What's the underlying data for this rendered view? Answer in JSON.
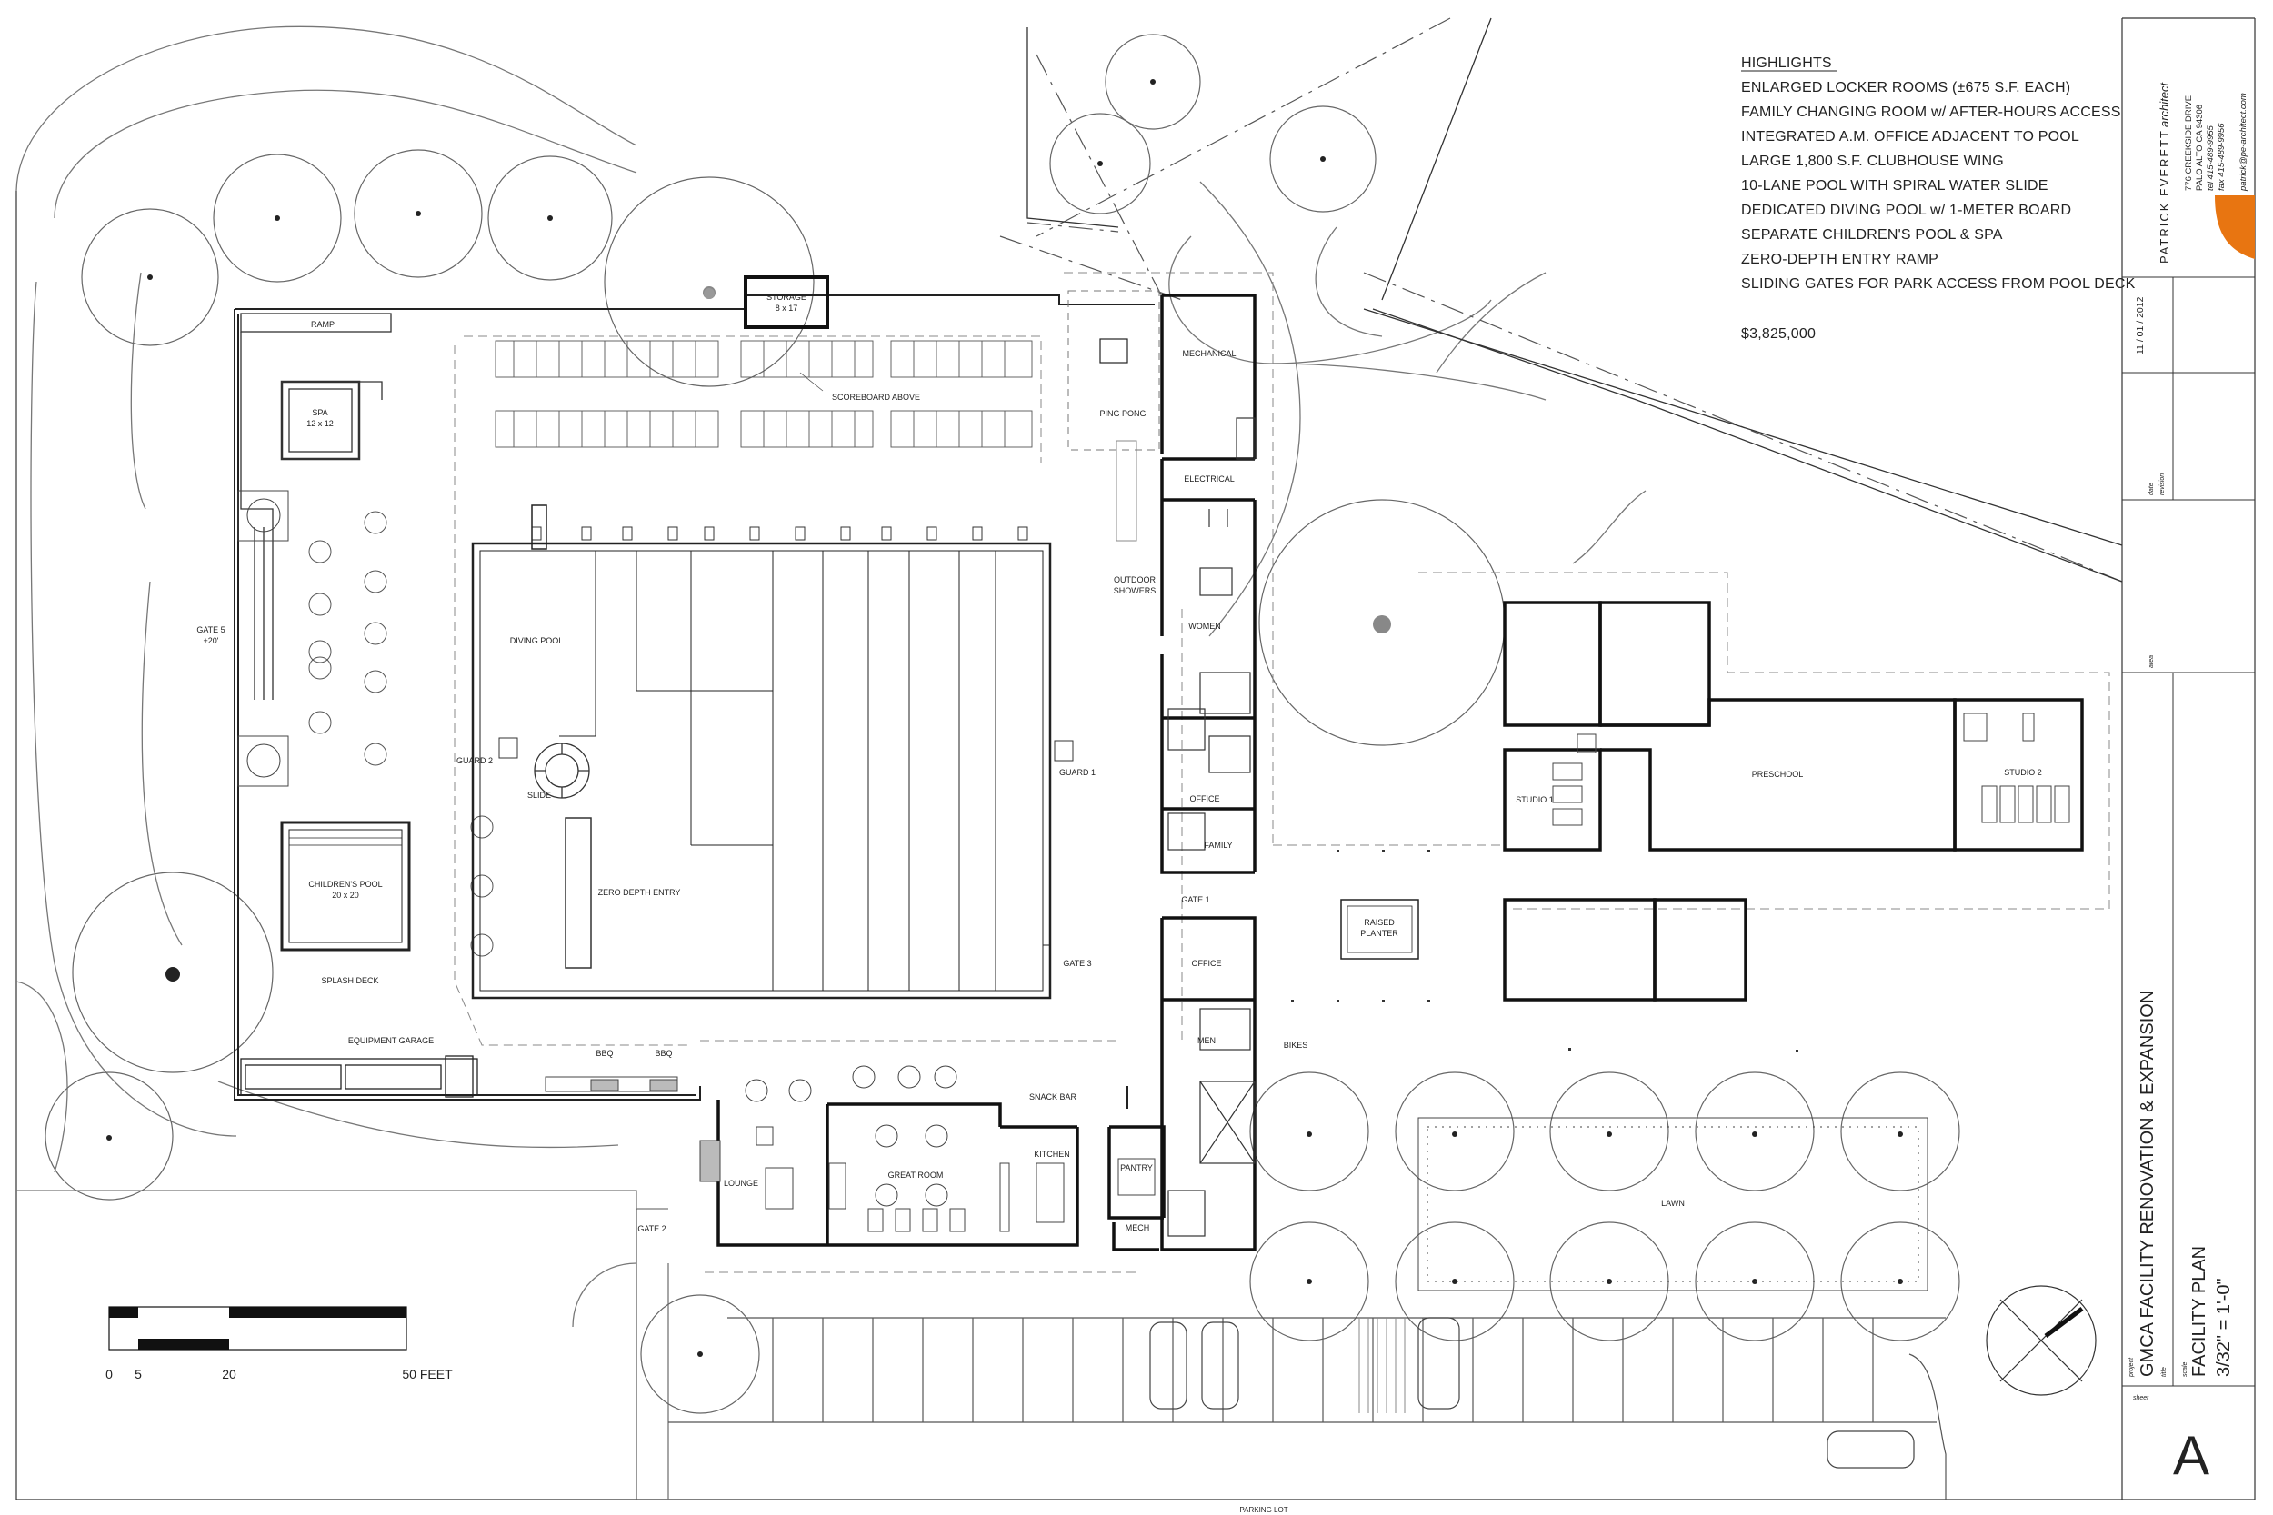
{
  "highlights": {
    "heading": "HIGHLIGHTS",
    "items": [
      "ENLARGED LOCKER ROOMS (±675 S.F. EACH)",
      "FAMILY CHANGING ROOM w/ AFTER-HOURS ACCESS",
      "INTEGRATED A.M. OFFICE ADJACENT TO POOL",
      "LARGE 1,800 S.F. CLUBHOUSE WING",
      "10-LANE POOL WITH SPIRAL WATER SLIDE",
      "DEDICATED DIVING POOL w/ 1-METER BOARD",
      "SEPARATE CHILDREN'S POOL & SPA",
      "ZERO-DEPTH ENTRY RAMP",
      "SLIDING GATES FOR PARK ACCESS FROM POOL DECK"
    ],
    "cost": "$3,825,000"
  },
  "title_block": {
    "firm_name": "PATRICK EVERETT",
    "firm_word": "architect",
    "address_1": "776 CREEKSIDE DRIVE",
    "address_2": "PALO ALTO CA 94306",
    "tel": "tel 415-489-9955",
    "fax": "fax 415-489-9956",
    "email": "patrick@pe-architect.com",
    "date": "11 / 01 / 2012",
    "field_date": "date",
    "field_revision": "revision",
    "field_area": "area",
    "field_project": "project",
    "field_title": "title",
    "field_scale": "scale",
    "field_sheet": "sheet",
    "project": "GMCA FACILITY RENOVATION & EXPANSION",
    "title": "FACILITY PLAN",
    "scale": "3/32\" = 1'-0\"",
    "sheet": "A",
    "accent": "#e87511"
  },
  "scale_bar": {
    "labels": [
      "0",
      "5",
      "20",
      "50 FEET"
    ]
  },
  "rooms": {
    "storage": "STORAGE",
    "storage_size": "8 x 17",
    "scoreboard": "SCOREBOARD ABOVE",
    "ramp": "RAMP",
    "spa": "SPA",
    "spa_size": "12 x 12",
    "gate5": "GATE 5",
    "gate5_note": "+20'",
    "gate3": "GATE 3",
    "gate1": "GATE 1",
    "gate2": "GATE 2",
    "ping_pong": "PING PONG",
    "mechanical": "MECHANICAL",
    "electrical": "ELECTRICAL",
    "outdoor_showers": "OUTDOOR",
    "outdoor_showers_2": "SHOWERS",
    "women": "WOMEN",
    "office_1": "OFFICE",
    "family": "FAMILY",
    "office_2": "OFFICE",
    "men": "MEN",
    "pantry": "PANTRY",
    "mech": "MECH",
    "kitchen": "KITCHEN",
    "snack_bar": "SNACK BAR",
    "great_room": "GREAT ROOM",
    "lounge": "LOUNGE",
    "bbq_1": "BBQ",
    "bbq_2": "BBQ",
    "diving_pool": "DIVING POOL",
    "guard_1": "GUARD 1",
    "guard_2": "GUARD 2",
    "slide": "SLIDE",
    "zero_depth": "ZERO DEPTH ENTRY",
    "childrens_pool": "CHILDREN'S POOL",
    "childrens_pool_size": "20 x 20",
    "splash_deck": "SPLASH DECK",
    "equipment_garage": "EQUIPMENT GARAGE",
    "studio_1": "STUDIO 1",
    "preschool": "PRESCHOOL",
    "studio_2": "STUDIO 2",
    "raised_planter": "RAISED",
    "raised_planter_2": "PLANTER",
    "lawn": "LAWN",
    "bikes": "BIKES",
    "parking_lot": "PARKING LOT"
  }
}
